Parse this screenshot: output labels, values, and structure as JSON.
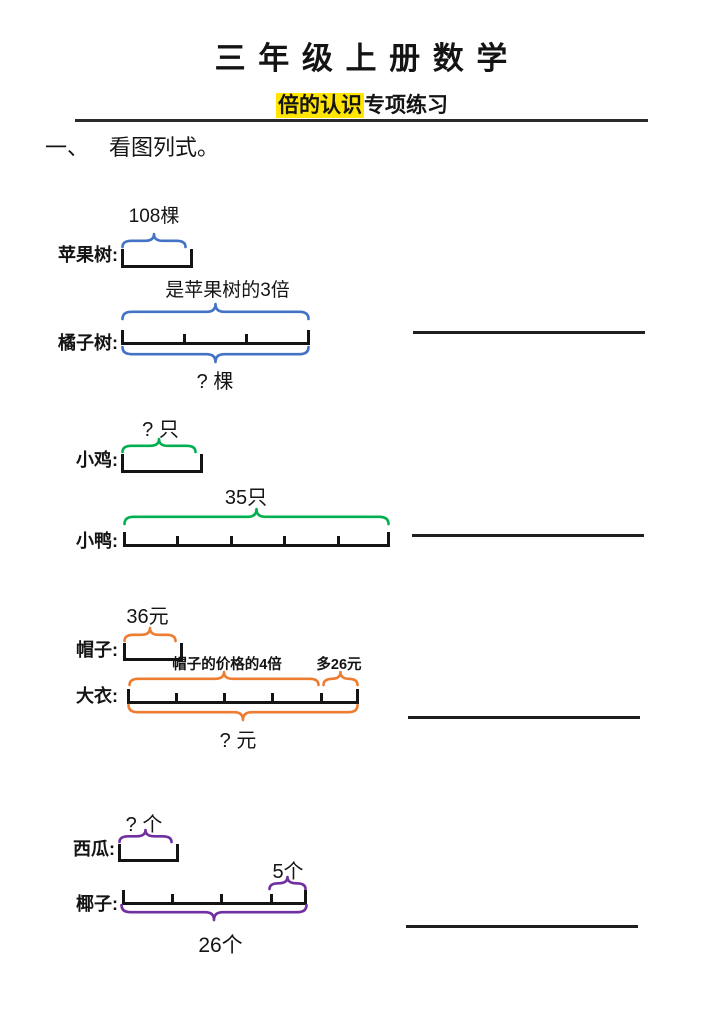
{
  "page": {
    "title": "三 年 级 上 册 数 学",
    "subtitle_highlighted": "倍的认识",
    "subtitle_rest": "专项练习",
    "highlight_color": "#FFE500",
    "section_number": "一、",
    "section_instruction": "看图列式。"
  },
  "problems": [
    {
      "color": "#4472C4",
      "small_label": "苹果树:",
      "small_value": "108棵",
      "large_label": "橘子树:",
      "relation": "是苹果树的3倍",
      "question": "? 棵",
      "segments": 3,
      "has_extra_segment": false
    },
    {
      "color": "#00B050",
      "small_label": "小鸡:",
      "small_value": "? 只",
      "large_label": "小鸭:",
      "large_value": "35只",
      "segments": 5,
      "has_extra_segment": false
    },
    {
      "color": "#ED7D31",
      "small_label": "帽子:",
      "small_value": "36元",
      "large_label": "大衣:",
      "relation": "帽子的价格的4倍",
      "extra_value": "多26元",
      "question": "? 元",
      "segments": 4,
      "has_extra_segment": true
    },
    {
      "color": "#7030A0",
      "small_label": "西瓜:",
      "small_value": "? 个",
      "large_label": "椰子:",
      "extra_value": "5个",
      "total_value": "26个",
      "segments": 3,
      "has_extra_segment": true
    }
  ]
}
